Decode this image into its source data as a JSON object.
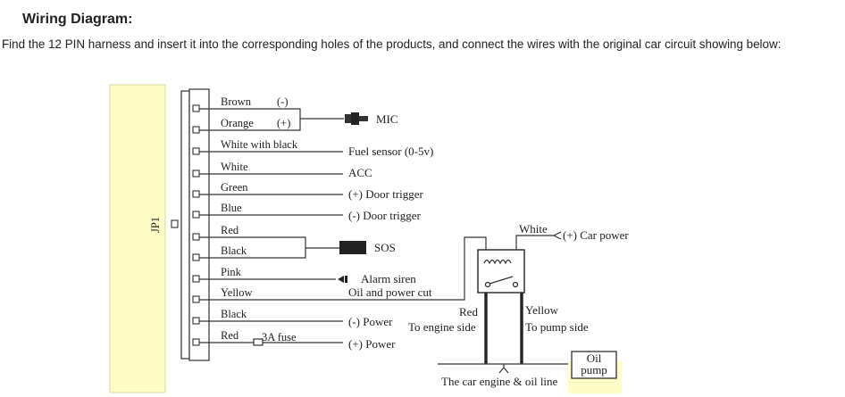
{
  "title": "Wiring Diagram:",
  "intro": "Find the 12 PIN harness and insert it into the corresponding holes of the products, and connect the wires with the original car circuit showing below:",
  "colors": {
    "connector_fill": "#fffec8",
    "connector_stroke": "#d8d89c",
    "line": "#333333"
  },
  "connector_label": "JP1",
  "wires": [
    {
      "label": "Brown",
      "sign": "(-)"
    },
    {
      "label": "Orange",
      "sign": "(+)"
    },
    {
      "label": "White with black",
      "sign": ""
    },
    {
      "label": "White",
      "sign": ""
    },
    {
      "label": "Green",
      "sign": ""
    },
    {
      "label": "Blue",
      "sign": ""
    },
    {
      "label": "Red",
      "sign": ""
    },
    {
      "label": "Black",
      "sign": ""
    },
    {
      "label": "Pink",
      "sign": ""
    },
    {
      "label": "Yellow",
      "sign": ""
    },
    {
      "label": "Black",
      "sign": ""
    },
    {
      "label": "Red",
      "sign": ""
    }
  ],
  "fuse_label": "3A fuse",
  "destinations": {
    "mic": "MIC",
    "fuel": "Fuel sensor (0-5v)",
    "acc": "ACC",
    "door_pos": "(+) Door trigger",
    "door_neg": "(-) Door trigger",
    "sos": "SOS",
    "siren": "Alarm siren",
    "oil_cut": "Oil and power cut",
    "power_neg": "(-) Power",
    "power_pos": "(+) Power"
  },
  "relay": {
    "white": "White",
    "car_power": "(+) Car power",
    "red": "Red",
    "engine_side": "To engine side",
    "yellow": "Yellow",
    "pump_side": "To pump side",
    "engine_line": "The car engine & oil line",
    "oil_pump_1": "Oil",
    "oil_pump_2": "pump"
  }
}
